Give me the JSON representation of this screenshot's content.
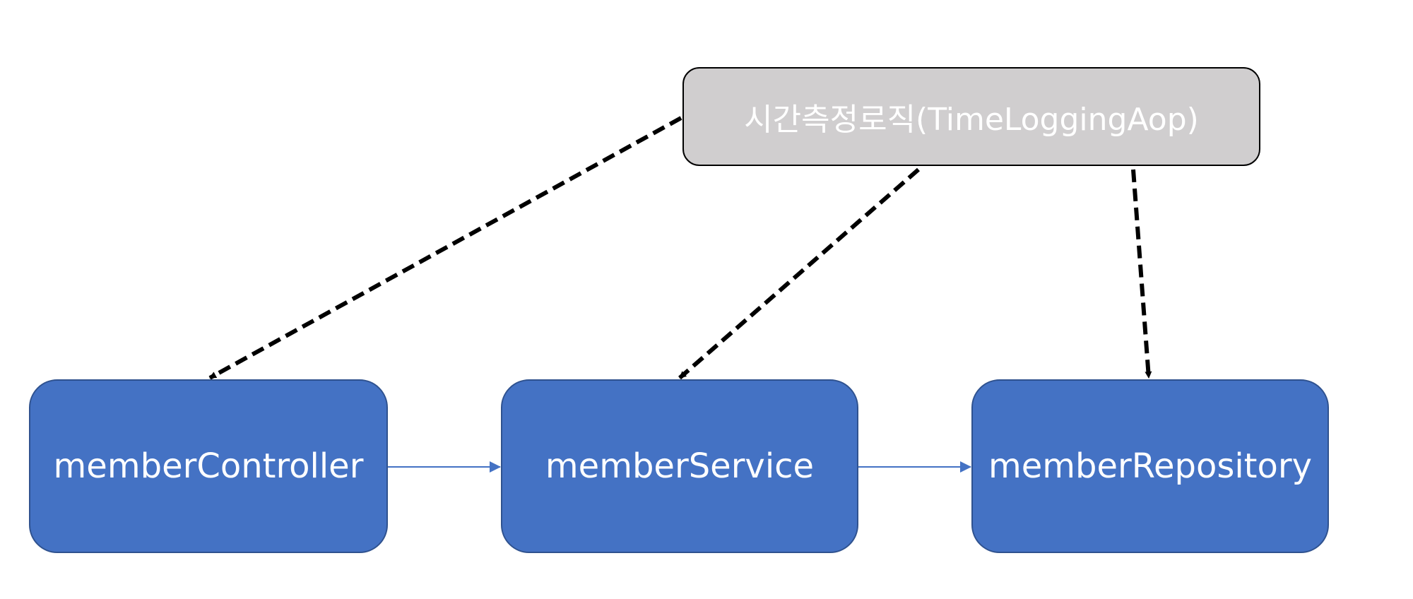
{
  "aspect": {
    "label": "시간측정로직(TimeLoggingAop)"
  },
  "components": [
    {
      "id": "controller",
      "label": "memberController"
    },
    {
      "id": "service",
      "label": "memberService"
    },
    {
      "id": "repository",
      "label": "memberRepository"
    }
  ],
  "call_flow": [
    {
      "from": "controller",
      "to": "service"
    },
    {
      "from": "service",
      "to": "repository"
    }
  ],
  "aop_targets": [
    "controller",
    "service",
    "repository"
  ],
  "colors": {
    "aspect_fill": "#d0cecf",
    "aspect_border": "#000000",
    "component_fill": "#4472c4",
    "component_border": "#2f528f",
    "call_arrow": "#4472c4",
    "aop_arrow": "#000000",
    "text": "#ffffff"
  }
}
